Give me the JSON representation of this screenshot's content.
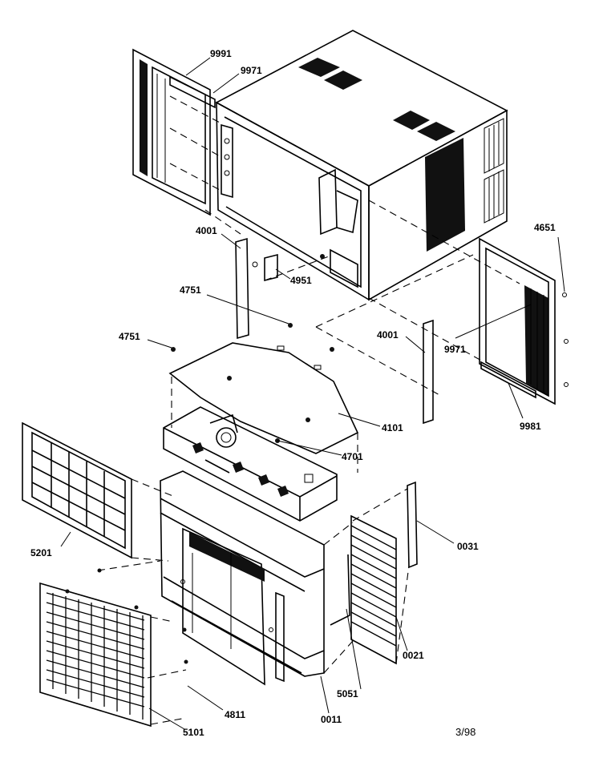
{
  "labels": {
    "p9991": "9991",
    "p9971a": "9971",
    "p4001a": "4001",
    "p4951": "4951",
    "p4651": "4651",
    "p4751a": "4751",
    "p4751b": "4751",
    "p4001b": "4001",
    "p9971b": "9971",
    "p4101": "4101",
    "p9981": "9981",
    "p4701": "4701",
    "p5201": "5201",
    "p0031": "0031",
    "p0021": "0021",
    "p5051": "5051",
    "p0011": "0011",
    "p4811": "4811",
    "p5101": "5101"
  },
  "footer": {
    "date_code": "3/98"
  }
}
